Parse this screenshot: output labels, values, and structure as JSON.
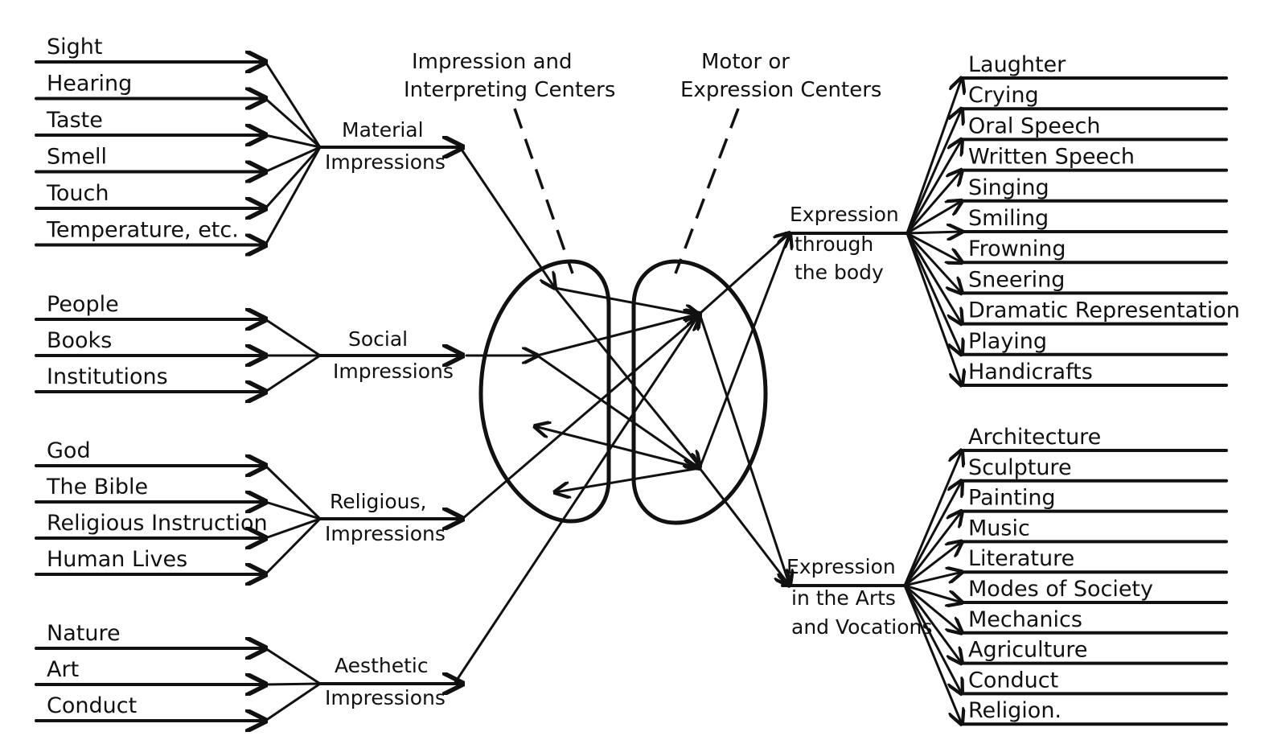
{
  "headers": {
    "impression_centers": [
      "Impression and",
      "Interpreting  Centers"
    ],
    "motor_centers": [
      "Motor or",
      "Expression Centers"
    ]
  },
  "input_groups": [
    {
      "label": [
        "Material",
        "Impressions"
      ],
      "sources": [
        "Sight",
        "Hearing",
        "Taste",
        "Smell",
        "Touch",
        "Temperature, etc."
      ]
    },
    {
      "label": [
        "Social",
        "Impressions"
      ],
      "sources": [
        "People",
        "Books",
        "Institutions"
      ]
    },
    {
      "label": [
        "Religious,",
        "Impressions"
      ],
      "sources": [
        "God",
        "The Bible",
        "Religious Instruction",
        "Human Lives"
      ]
    },
    {
      "label": [
        "Aesthetic",
        "Impressions"
      ],
      "sources": [
        "Nature",
        "Art",
        "Conduct"
      ]
    }
  ],
  "output_groups": [
    {
      "label": [
        "Expression",
        "through",
        "the body"
      ],
      "outputs": [
        "Laughter",
        "Crying",
        "Oral Speech",
        "Written Speech",
        "Singing",
        "Smiling",
        "Frowning",
        "Sneering",
        "Dramatic Representation",
        "Playing",
        "Handicrafts"
      ]
    },
    {
      "label": [
        "Expression",
        "in the Arts",
        "and Vocations"
      ],
      "outputs": [
        "Architecture",
        "Sculpture",
        "Painting",
        "Music",
        "Literature",
        "Modes of Society",
        "Mechanics",
        "Agriculture",
        "Conduct",
        "Religion."
      ]
    }
  ]
}
